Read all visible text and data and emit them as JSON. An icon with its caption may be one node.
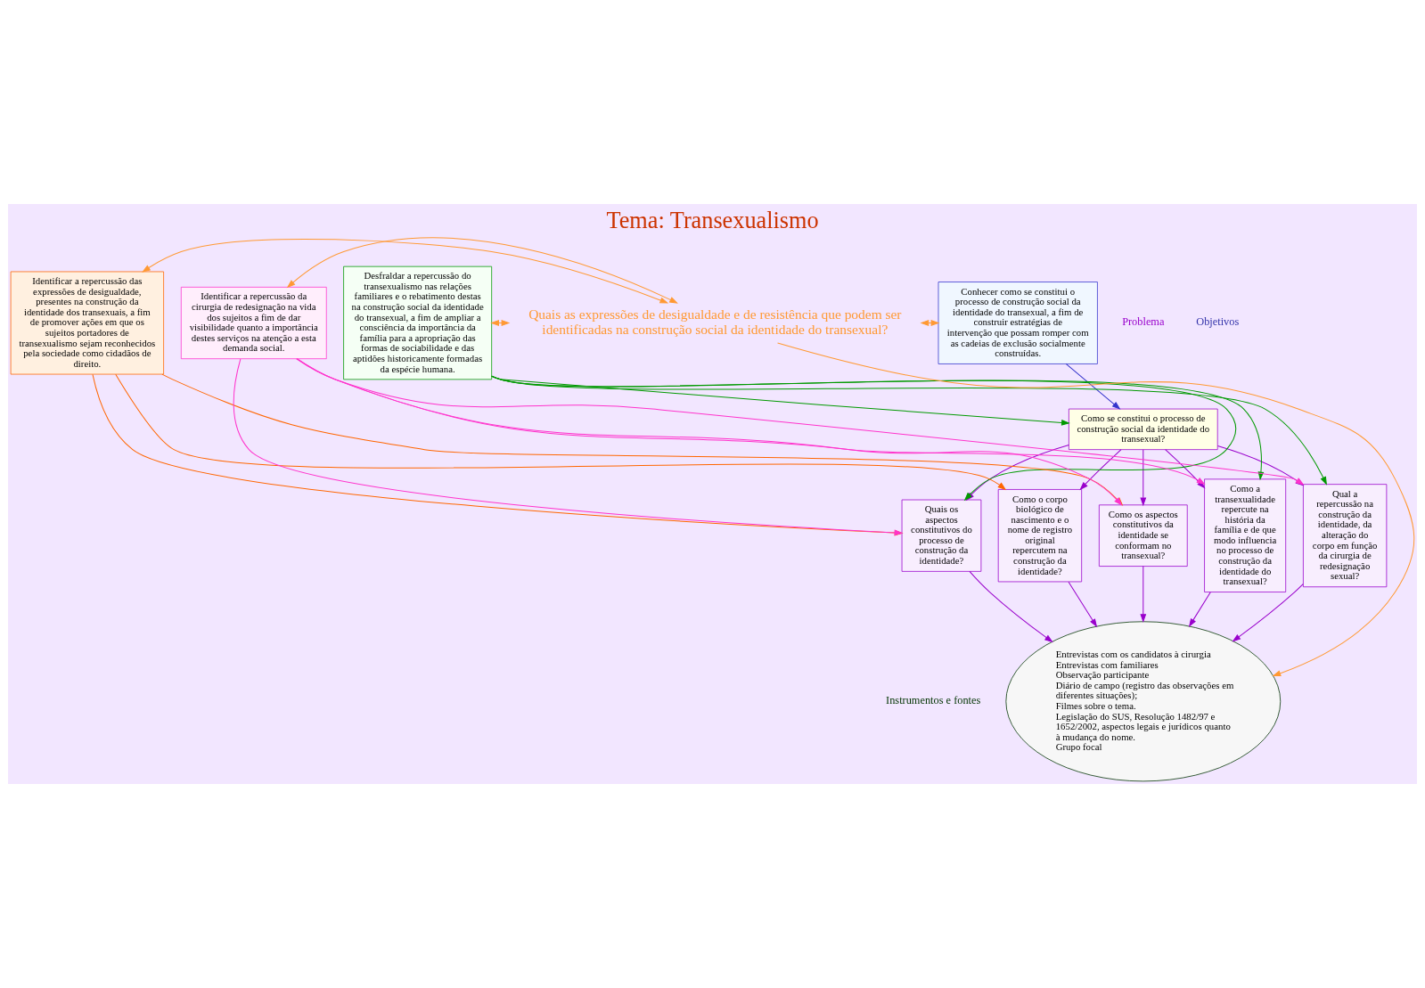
{
  "diagram": {
    "title": "Tema: Transexualismo",
    "nodes": [
      {
        "text": [
          "Como se constitui o processo de construção social da identidade do transexual?"
        ]
      },
      {
        "text": [
          "Quais os aspectos constitutivos do processo de construção da identidade?"
        ]
      },
      {
        "text": [
          "Como o corpo biológico de nascimento e o nome de registro original repercutem na construção da identidade?"
        ]
      },
      {
        "text": [
          "Como a transexualidade repercute na história da família e de que modo influencia no processo de construção da identidade do transexual?"
        ]
      },
      {
        "text": [
          "Como os aspectos constitutivos da identidade se conformam no transexual?"
        ]
      },
      {
        "text": [
          "Qual a repercussão na construção da identidade, da alteração do corpo em função da cirurgia de redesignação sexual?"
        ]
      },
      {
        "text": [
          "Entrevistas com os candidatos à cirurgia",
          "Entrevistas com familiares",
          "Observação participante",
          "Diário de campo (registro das observações em diferentes situações);",
          "Filmes sobre o tema.",
          "Legislação do SUS, Resolução 1482/97 e 1652/2002, aspectos legais e jurídicos quanto à mudança do nome.",
          "Grupo focal"
        ]
      },
      {
        "text": [
          "Conhecer como se constitui o processo de construção social da identidade do transexual, a fim de construir estratégias de intervenção que possam romper com as cadeias de exclusão socialmente construídas."
        ]
      },
      {
        "text": [
          "Desfraldar a repercussão do transexualismo nas relações familiares e o rebatimento destas na construção social da identidade do transexual, a fim de ampliar a consciência da importância da família para a apropriação das formas de sociabilidade e das aptidões historicamente formadas da espécie humana."
        ]
      },
      {
        "text": [
          "Identificar a repercussão das expressões de desigualdade, presentes na construção da identidade dos transexuais, a fim de promover ações em que os sujeitos portadores de transexualismo sejam reconhecidos pela sociedade como cidadãos de direito."
        ]
      },
      {
        "text": [
          "Identificar a repercussão da cirurgia de redesignação na vida dos sujeitos a fim de dar visibilidade quanto a importância destes serviços na atenção a esta demanda social."
        ]
      },
      {
        "text": [
          "Quais as expressões de desigualdade e de resistência que podem ser identificadas na construção social da identidade do transexual?"
        ]
      }
    ],
    "edges": [
      {
        "from": 0,
        "to": 1,
        "arrow": "to"
      },
      {
        "from": 0,
        "to": 2,
        "arrow": "to"
      },
      {
        "from": 0,
        "to": 3,
        "arrow": "to"
      },
      {
        "from": 0,
        "to": 4,
        "arrow": "to"
      },
      {
        "from": 0,
        "to": 5,
        "arrow": "to"
      },
      {
        "from": 1,
        "to": 6,
        "arrow": "to"
      },
      {
        "from": 2,
        "to": 6,
        "arrow": "to"
      },
      {
        "from": 3,
        "to": 6,
        "arrow": "to"
      },
      {
        "from": 4,
        "to": 6,
        "arrow": "to"
      },
      {
        "from": 5,
        "to": 6,
        "arrow": "to"
      },
      {
        "from": 7,
        "to": 0,
        "arrow": "to",
        "color": "#3333cc"
      },
      {
        "from": 8,
        "to": 0,
        "arrow": "to",
        "color": "#009900"
      },
      {
        "from": 8,
        "to": 1,
        "arrow": "to",
        "color": "#009900"
      },
      {
        "from": 8,
        "to": 3,
        "arrow": "to",
        "color": "#009900"
      },
      {
        "from": 8,
        "to": 5,
        "arrow": "to",
        "color": "#009900"
      },
      {
        "from": 9,
        "to": 1,
        "arrow": "to",
        "color": "#ff6600"
      },
      {
        "from": 9,
        "to": 2,
        "arrow": "to",
        "color": "#ff6600"
      },
      {
        "from": 9,
        "to": 4,
        "arrow": "to",
        "color": "#ff6600"
      },
      {
        "from": 10,
        "to": 1,
        "arrow": "to",
        "color": "#ff33cc"
      },
      {
        "from": 10,
        "to": 3,
        "arrow": "to",
        "color": "#ff33cc"
      },
      {
        "from": 10,
        "to": 4,
        "arrow": "to",
        "color": "#ff33cc"
      },
      {
        "from": 10,
        "to": 5,
        "arrow": "to",
        "color": "#ff33cc"
      },
      {
        "from": 11,
        "to": 7,
        "arrow": "both",
        "color": "#ff9933"
      },
      {
        "from": 11,
        "to": 8,
        "arrow": "both",
        "color": "#ff9933"
      },
      {
        "from": 11,
        "to": 9,
        "arrow": "both",
        "color": "#ff9933"
      },
      {
        "from": 11,
        "to": 10,
        "arrow": "both",
        "color": "#ff9933"
      },
      {
        "from": 11,
        "to": 6,
        "arrow": "to",
        "color": "#ff9933"
      }
    ],
    "labels": [
      "Problema",
      "Objetivos",
      "Instrumentos e fontes"
    ]
  }
}
